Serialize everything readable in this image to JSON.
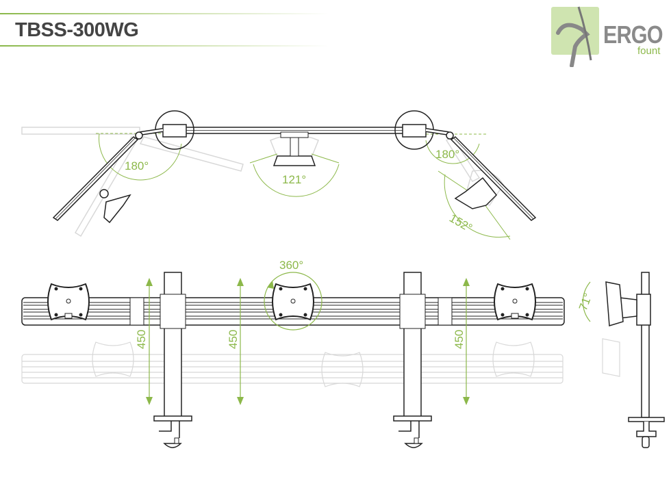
{
  "header": {
    "title": "TBSS-300WG"
  },
  "logo": {
    "brand": "ERGO",
    "sub": "fount"
  },
  "colors": {
    "accent": "#8cb84a",
    "line": "#222222",
    "ghost": "#d8d8d8",
    "text": "#444444"
  },
  "top_view": {
    "angles": {
      "left_arm": "180°",
      "center_head": "121°",
      "right_arm": "180°",
      "right_head": "152°"
    }
  },
  "front_view": {
    "rotation": "360°",
    "height_left": "450",
    "height_center": "450",
    "height_right": "450"
  },
  "side_view": {
    "tilt": "71°"
  }
}
